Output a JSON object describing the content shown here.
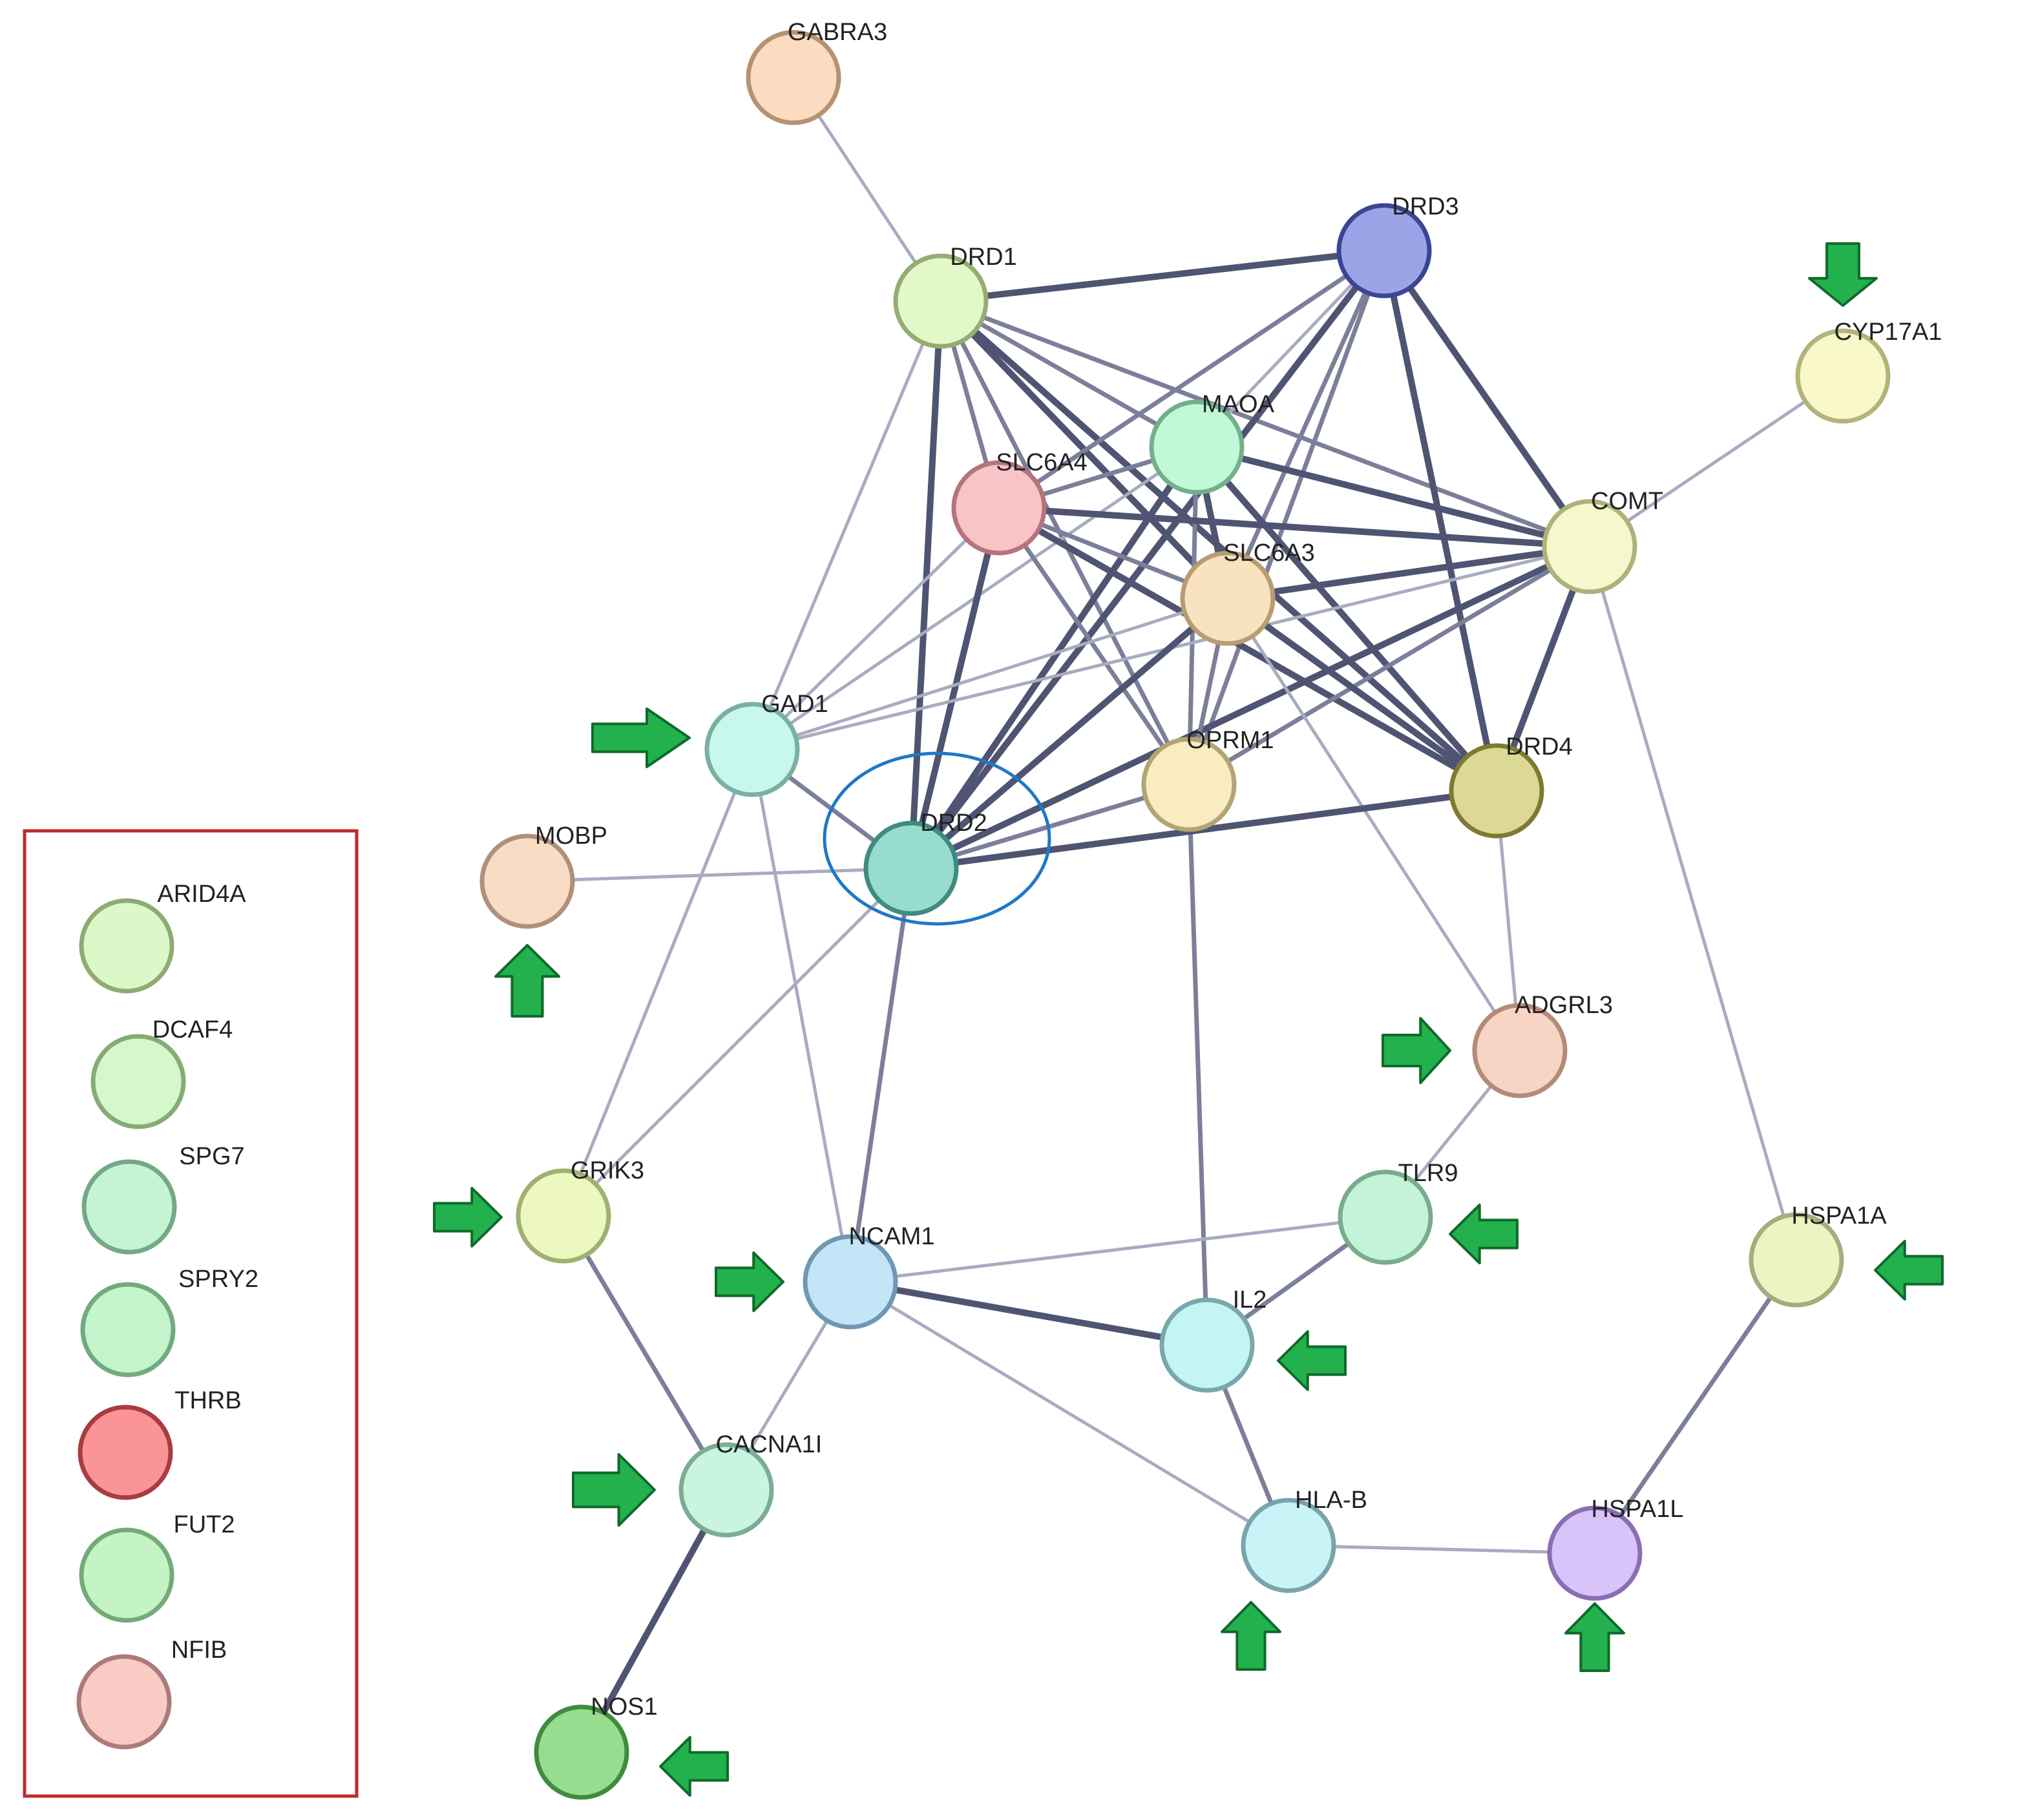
{
  "nodes": [
    {
      "id": "GABRA3",
      "label": "GABRA3",
      "fill": "#fbdcc0",
      "stroke": "#b59273"
    },
    {
      "id": "DRD1",
      "label": "DRD1",
      "fill": "#e2f8c8",
      "stroke": "#93ad72"
    },
    {
      "id": "DRD3",
      "label": "DRD3",
      "fill": "#9ba4e6",
      "stroke": "#3a4595"
    },
    {
      "id": "CYP17A1",
      "label": "CYP17A1",
      "fill": "#f8f8c8",
      "stroke": "#b3b37c"
    },
    {
      "id": "MAOA",
      "label": "MAOA",
      "fill": "#c0f8d8",
      "stroke": "#72b08c"
    },
    {
      "id": "SLC6A4",
      "label": "SLC6A4",
      "fill": "#f8c4c8",
      "stroke": "#b5747a"
    },
    {
      "id": "COMT",
      "label": "COMT",
      "fill": "#f5f8cc",
      "stroke": "#adb27c"
    },
    {
      "id": "SLC6A3",
      "label": "SLC6A3",
      "fill": "#f8e2c0",
      "stroke": "#b89c72"
    },
    {
      "id": "GAD1",
      "label": "GAD1",
      "fill": "#c8f8ec",
      "stroke": "#7ab0a2"
    },
    {
      "id": "OPRM1",
      "label": "OPRM1",
      "fill": "#f8ecc0",
      "stroke": "#b3a474"
    },
    {
      "id": "DRD4",
      "label": "DRD4",
      "fill": "#dcd896",
      "stroke": "#7e7a32"
    },
    {
      "id": "MOBP",
      "label": "MOBP",
      "fill": "#f8dcc4",
      "stroke": "#b0907a"
    },
    {
      "id": "DRD2",
      "label": "DRD2",
      "fill": "#98dcd0",
      "stroke": "#3e8c80"
    },
    {
      "id": "ADGRL3",
      "label": "ADGRL3",
      "fill": "#f8d4c4",
      "stroke": "#b48a78"
    },
    {
      "id": "GRIK3",
      "label": "GRIK3",
      "fill": "#ecf8c0",
      "stroke": "#a0b070"
    },
    {
      "id": "TLR9",
      "label": "TLR9",
      "fill": "#c4f4d8",
      "stroke": "#78ac8c"
    },
    {
      "id": "NCAM1",
      "label": "NCAM1",
      "fill": "#c4e4f8",
      "stroke": "#6e98b4"
    },
    {
      "id": "HSPA1A",
      "label": "HSPA1A",
      "fill": "#ecf4c4",
      "stroke": "#a2ae7c"
    },
    {
      "id": "IL2",
      "label": "IL2",
      "fill": "#c4f4f4",
      "stroke": "#78a8ac"
    },
    {
      "id": "CACNA1I",
      "label": "CACNA1I",
      "fill": "#c8f4e0",
      "stroke": "#7cac94"
    },
    {
      "id": "HLA-B",
      "label": "HLA-B",
      "fill": "#c8f4f8",
      "stroke": "#78a4ac"
    },
    {
      "id": "HSPA1L",
      "label": "HSPA1L",
      "fill": "#d8c4f8",
      "stroke": "#8a6eb4"
    },
    {
      "id": "NOS1",
      "label": "NOS1",
      "fill": "#98dc90",
      "stroke": "#3e8c3c"
    }
  ],
  "edges": [
    {
      "from": "GABRA3",
      "to": "DRD1",
      "strength": "weak"
    },
    {
      "from": "DRD1",
      "to": "DRD3",
      "strength": "strong"
    },
    {
      "from": "DRD1",
      "to": "MAOA",
      "strength": "medium"
    },
    {
      "from": "DRD1",
      "to": "SLC6A4",
      "strength": "medium"
    },
    {
      "from": "DRD1",
      "to": "COMT",
      "strength": "medium"
    },
    {
      "from": "DRD1",
      "to": "SLC6A3",
      "strength": "strong"
    },
    {
      "from": "DRD1",
      "to": "OPRM1",
      "strength": "medium"
    },
    {
      "from": "DRD1",
      "to": "DRD4",
      "strength": "strong"
    },
    {
      "from": "DRD1",
      "to": "DRD2",
      "strength": "strong"
    },
    {
      "from": "DRD1",
      "to": "GAD1",
      "strength": "weak"
    },
    {
      "from": "DRD3",
      "to": "MAOA",
      "strength": "weak"
    },
    {
      "from": "DRD3",
      "to": "SLC6A4",
      "strength": "medium"
    },
    {
      "from": "DRD3",
      "to": "COMT",
      "strength": "strong"
    },
    {
      "from": "DRD3",
      "to": "SLC6A3",
      "strength": "medium"
    },
    {
      "from": "DRD3",
      "to": "DRD4",
      "strength": "strong"
    },
    {
      "from": "DRD3",
      "to": "DRD2",
      "strength": "strong"
    },
    {
      "from": "DRD3",
      "to": "OPRM1",
      "strength": "medium"
    },
    {
      "from": "CYP17A1",
      "to": "COMT",
      "strength": "weak"
    },
    {
      "from": "MAOA",
      "to": "SLC6A4",
      "strength": "medium"
    },
    {
      "from": "MAOA",
      "to": "COMT",
      "strength": "strong"
    },
    {
      "from": "MAOA",
      "to": "SLC6A3",
      "strength": "strong"
    },
    {
      "from": "MAOA",
      "to": "DRD4",
      "strength": "strong"
    },
    {
      "from": "MAOA",
      "to": "DRD2",
      "strength": "strong"
    },
    {
      "from": "MAOA",
      "to": "OPRM1",
      "strength": "medium"
    },
    {
      "from": "MAOA",
      "to": "GAD1",
      "strength": "weak"
    },
    {
      "from": "SLC6A4",
      "to": "COMT",
      "strength": "strong"
    },
    {
      "from": "SLC6A4",
      "to": "SLC6A3",
      "strength": "medium"
    },
    {
      "from": "SLC6A4",
      "to": "DRD4",
      "strength": "strong"
    },
    {
      "from": "SLC6A4",
      "to": "DRD2",
      "strength": "strong"
    },
    {
      "from": "SLC6A4",
      "to": "OPRM1",
      "strength": "medium"
    },
    {
      "from": "SLC6A4",
      "to": "GAD1",
      "strength": "weak"
    },
    {
      "from": "COMT",
      "to": "SLC6A3",
      "strength": "strong"
    },
    {
      "from": "COMT",
      "to": "DRD4",
      "strength": "strong"
    },
    {
      "from": "COMT",
      "to": "DRD2",
      "strength": "strong"
    },
    {
      "from": "COMT",
      "to": "OPRM1",
      "strength": "medium"
    },
    {
      "from": "COMT",
      "to": "GAD1",
      "strength": "weak"
    },
    {
      "from": "COMT",
      "to": "HSPA1A",
      "strength": "weak"
    },
    {
      "from": "SLC6A3",
      "to": "DRD4",
      "strength": "strong"
    },
    {
      "from": "SLC6A3",
      "to": "DRD2",
      "strength": "strong"
    },
    {
      "from": "SLC6A3",
      "to": "OPRM1",
      "strength": "medium"
    },
    {
      "from": "SLC6A3",
      "to": "GAD1",
      "strength": "weak"
    },
    {
      "from": "SLC6A3",
      "to": "ADGRL3",
      "strength": "weak"
    },
    {
      "from": "OPRM1",
      "to": "DRD2",
      "strength": "medium"
    },
    {
      "from": "OPRM1",
      "to": "IL2",
      "strength": "medium"
    },
    {
      "from": "DRD4",
      "to": "DRD2",
      "strength": "strong"
    },
    {
      "from": "DRD4",
      "to": "ADGRL3",
      "strength": "weak"
    },
    {
      "from": "GAD1",
      "to": "DRD2",
      "strength": "medium"
    },
    {
      "from": "GAD1",
      "to": "GRIK3",
      "strength": "weak"
    },
    {
      "from": "GAD1",
      "to": "NCAM1",
      "strength": "weak"
    },
    {
      "from": "MOBP",
      "to": "DRD2",
      "strength": "weak"
    },
    {
      "from": "DRD2",
      "to": "NCAM1",
      "strength": "medium"
    },
    {
      "from": "DRD2",
      "to": "GRIK3",
      "strength": "weak"
    },
    {
      "from": "ADGRL3",
      "to": "TLR9",
      "strength": "weak"
    },
    {
      "from": "TLR9",
      "to": "IL2",
      "strength": "medium"
    },
    {
      "from": "TLR9",
      "to": "NCAM1",
      "strength": "weak"
    },
    {
      "from": "NCAM1",
      "to": "IL2",
      "strength": "strong"
    },
    {
      "from": "NCAM1",
      "to": "HLA-B",
      "strength": "weak"
    },
    {
      "from": "NCAM1",
      "to": "CACNA1I",
      "strength": "weak"
    },
    {
      "from": "GRIK3",
      "to": "CACNA1I",
      "strength": "medium"
    },
    {
      "from": "CACNA1I",
      "to": "NOS1",
      "strength": "strong"
    },
    {
      "from": "IL2",
      "to": "HLA-B",
      "strength": "medium"
    },
    {
      "from": "HLA-B",
      "to": "HSPA1L",
      "strength": "weak"
    },
    {
      "from": "HSPA1A",
      "to": "HSPA1L",
      "strength": "medium"
    }
  ],
  "highlight": {
    "node": "DRD2",
    "color": "#1f78c8"
  },
  "arrows": [
    {
      "target": "CYP17A1",
      "direction": "down"
    },
    {
      "target": "GAD1",
      "direction": "right"
    },
    {
      "target": "MOBP",
      "direction": "up"
    },
    {
      "target": "ADGRL3",
      "direction": "right"
    },
    {
      "target": "GRIK3",
      "direction": "right"
    },
    {
      "target": "TLR9",
      "direction": "left"
    },
    {
      "target": "HSPA1A",
      "direction": "left"
    },
    {
      "target": "NCAM1",
      "direction": "right"
    },
    {
      "target": "IL2",
      "direction": "left"
    },
    {
      "target": "CACNA1I",
      "direction": "right"
    },
    {
      "target": "HLA-B",
      "direction": "up"
    },
    {
      "target": "HSPA1L",
      "direction": "up"
    },
    {
      "target": "NOS1",
      "direction": "left"
    }
  ],
  "arrow_color": "#22b14c",
  "arrow_stroke": "#0f6a2a",
  "legend": {
    "border_color": "#c0282c",
    "items": [
      {
        "label": "ARID4A",
        "fill": "#dcf8c8",
        "stroke": "#8cac72"
      },
      {
        "label": "DCAF4",
        "fill": "#d4f8cc",
        "stroke": "#84ac74"
      },
      {
        "label": "SPG7",
        "fill": "#c4f4d4",
        "stroke": "#74a886"
      },
      {
        "label": "SPRY2",
        "fill": "#c4f4cc",
        "stroke": "#72aa7e"
      },
      {
        "label": "THRB",
        "fill": "#fb9494",
        "stroke": "#a83c40"
      },
      {
        "label": "FUT2",
        "fill": "#c4f4c4",
        "stroke": "#74aa78"
      },
      {
        "label": "NFIB",
        "fill": "#f8ccc4",
        "stroke": "#ac7a78"
      }
    ]
  }
}
